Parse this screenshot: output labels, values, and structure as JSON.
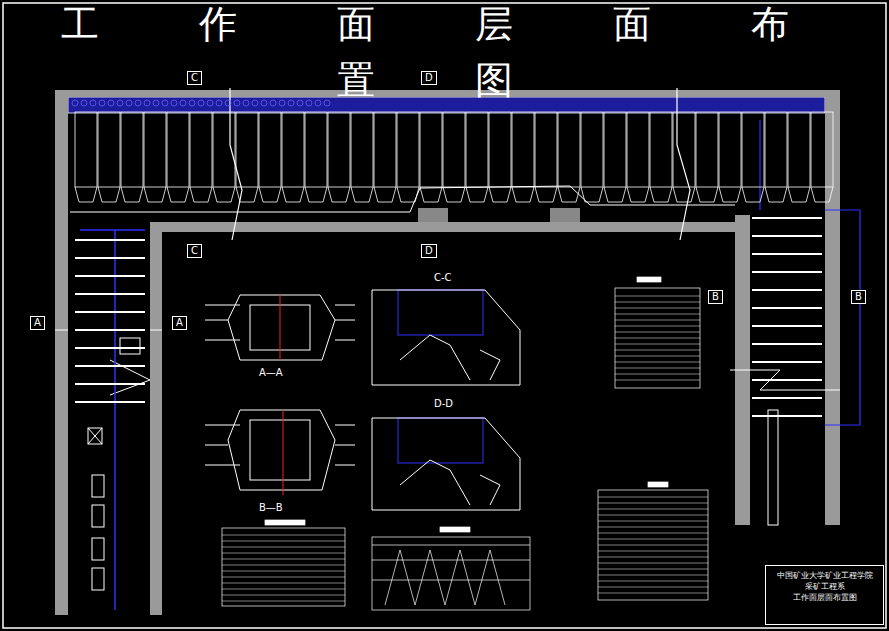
{
  "diagram": {
    "title": "工作面层面布置图",
    "nodes": [
      {
        "text": [
          "中国矿业大学矿业工程学院",
          "采矿工程系",
          "工作面层面布置图"
        ]
      }
    ],
    "labels": [
      "C",
      "D",
      "C",
      "D",
      "A",
      "A",
      "B",
      "B",
      "A—A",
      "B—B",
      "C-C",
      "D-D"
    ]
  }
}
